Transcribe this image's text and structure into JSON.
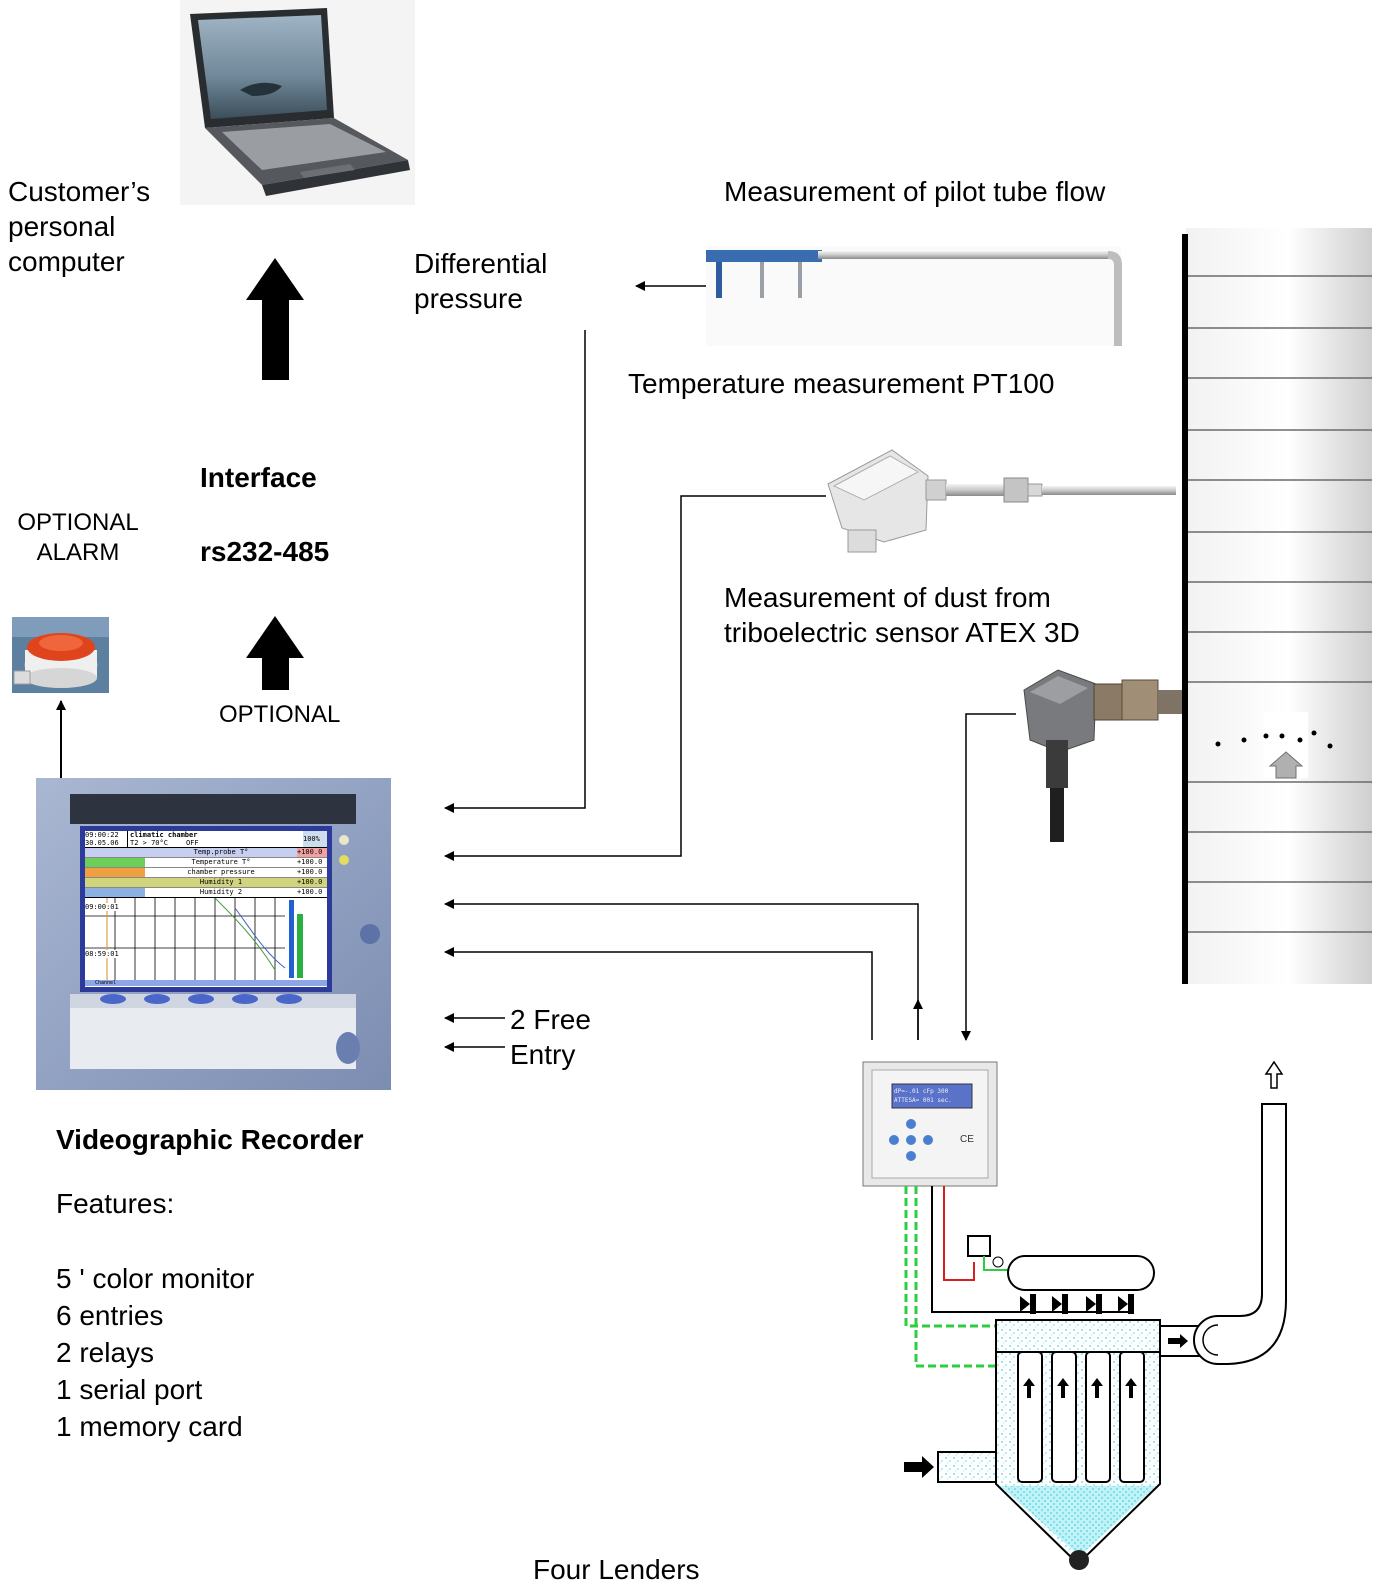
{
  "labels": {
    "customer_pc": "Customer’s\npersonal\ncomputer",
    "differential_pressure": "Differential\npressure",
    "pitot_flow": "Measurement of pilot tube flow",
    "temperature": "Temperature measurement PT100",
    "dust": "Measurement of dust from\ntriboelectric sensor ATEX 3D",
    "interface_title": "Interface",
    "interface_port": "rs232-485",
    "optional_alarm": "OPTIONAL\nALARM",
    "optional": "OPTIONAL",
    "free_entry": "2 Free\nEntry",
    "recorder_title": "Videographic Recorder",
    "features_heading": "Features:",
    "features": [
      "5 ' color monitor",
      "6 entries",
      "2 relays",
      "1 serial port",
      "1 memory card"
    ],
    "bottom_caption": "Four Lenders"
  },
  "recorder_screen": {
    "title": "climatic chamber",
    "time": "09:00:22",
    "date": "30.05.06",
    "condition": "T2 > 70°C",
    "state": "OFF",
    "percent": "100%",
    "channels": [
      {
        "name": "Temp.probe T°",
        "value": "+100.0"
      },
      {
        "name": "Temperature T°",
        "value": "+100.0"
      },
      {
        "name": "chamber pressure",
        "value": "+100.0"
      },
      {
        "name": "Humidity 1",
        "value": "+100.0"
      },
      {
        "name": "Humidity 2",
        "value": "+100.0"
      }
    ],
    "time_marks": [
      "09:00:01",
      "08:59:01"
    ],
    "soft_key": "Channel"
  },
  "controller_display": {
    "line1": "dP=-.01 cFp 300",
    "line2": "ATTESA= 001 sec.",
    "mark": "CE"
  },
  "colors": {
    "screen_blue": "#2c3a9a",
    "recorder_frame": "#8fa0c0",
    "alarm_red": "#e0441c",
    "wire_green": "#2ecc40",
    "wire_red": "#d62020",
    "dust_cyan": "#7fe0ea"
  }
}
